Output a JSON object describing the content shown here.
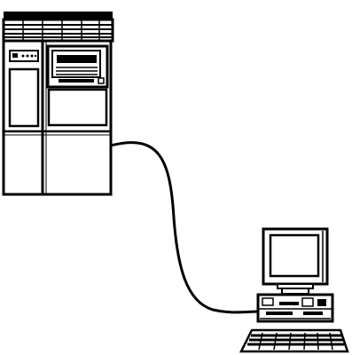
{
  "diagram": {
    "nodes": [
      {
        "id": "server",
        "icon": "mainframe-server-icon"
      },
      {
        "id": "workstation",
        "icon": "desktop-workstation-icon"
      }
    ],
    "connections": [
      {
        "from": "server",
        "to": "workstation",
        "kind": "cable"
      }
    ],
    "colors": {
      "ink": "#000000",
      "paper": "#ffffff"
    }
  }
}
